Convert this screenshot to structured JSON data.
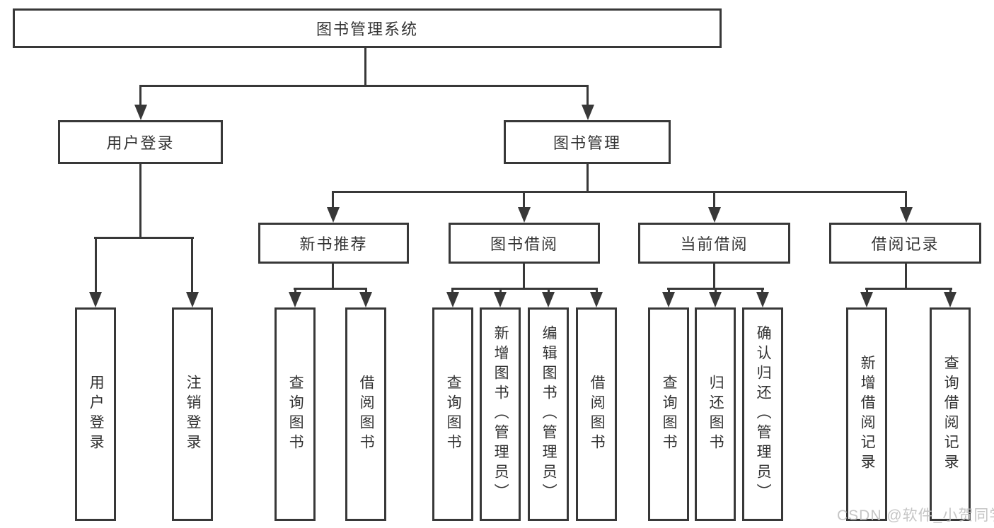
{
  "diagram_title": "图书管理系统",
  "nodes": {
    "root": {
      "label": "图书管理系统"
    },
    "user_login": {
      "label": "用户登录"
    },
    "book_mgmt": {
      "label": "图书管理"
    },
    "new_book_rec": {
      "label": "新书推荐"
    },
    "book_borrow": {
      "label": "图书借阅"
    },
    "current_borrow": {
      "label": "当前借阅"
    },
    "borrow_records": {
      "label": "借阅记录"
    },
    "leaf_user_login": {
      "label": "用户登录",
      "parent": "用户登录"
    },
    "leaf_logout": {
      "label": "注销登录",
      "parent": "用户登录"
    },
    "leaf_query_book_1": {
      "label": "查询图书",
      "parent": "新书推荐"
    },
    "leaf_borrow_book_1": {
      "label": "借阅图书",
      "parent": "新书推荐"
    },
    "leaf_query_book_2": {
      "label": "查询图书",
      "parent": "图书借阅"
    },
    "leaf_add_book": {
      "label": "新增图书（管理员）",
      "parent": "图书借阅"
    },
    "leaf_edit_book": {
      "label": "编辑图书（管理员）",
      "parent": "图书借阅"
    },
    "leaf_borrow_book_2": {
      "label": "借阅图书",
      "parent": "图书借阅"
    },
    "leaf_query_book_3": {
      "label": "查询图书",
      "parent": "当前借阅"
    },
    "leaf_return_book": {
      "label": "归还图书",
      "parent": "当前借阅"
    },
    "leaf_confirm_return": {
      "label": "确认归还（管理员）",
      "parent": "当前借阅"
    },
    "leaf_add_record": {
      "label": "新增借阅记录",
      "parent": "借阅记录"
    },
    "leaf_query_record": {
      "label": "查询借阅记录",
      "parent": "借阅记录"
    }
  },
  "watermark": {
    "text": "CSDN @软件_小贺同学"
  },
  "colors": {
    "line": "#383838",
    "text": "#333333",
    "background": "#ffffff",
    "watermark": "#bfbfbf"
  }
}
